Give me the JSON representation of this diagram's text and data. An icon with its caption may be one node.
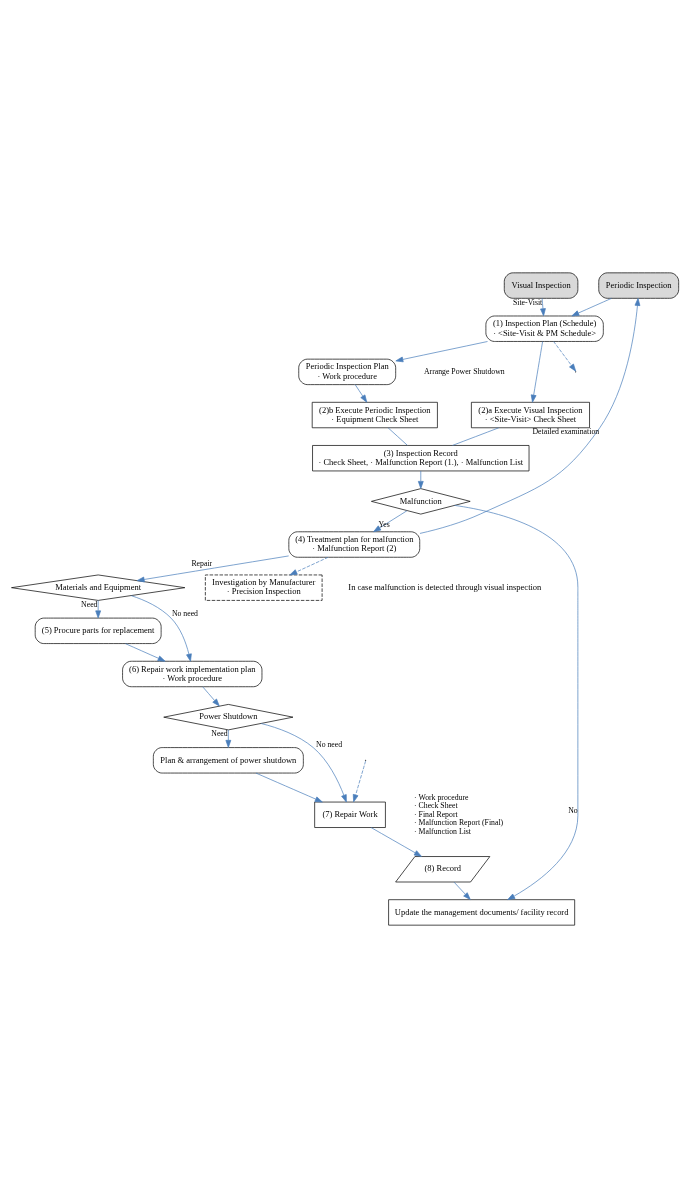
{
  "diagram": {
    "nodes": [
      {
        "text": [
          "Visual Inspection"
        ]
      },
      {
        "text": [
          "Periodic Inspection"
        ]
      },
      {
        "text": [
          "(1) Inspection Plan (Schedule)",
          "· <Site-Visit & PM Schedule>"
        ]
      },
      {
        "text": [
          "Periodic Inspection Plan",
          "· Work procedure"
        ],
        "beside": [
          "Arrange Power Shutdown"
        ]
      },
      {
        "text": [
          "(2)a Execute Visual Inspection",
          "· <Site-Visit> Check Sheet"
        ]
      },
      {
        "text": [
          "(2)b Execute Periodic Inspection",
          "· Equipment Check Sheet"
        ]
      },
      {
        "text": [
          "(3) Inspection Record",
          "· Check Sheet, · Malfunction Report (1.), · Malfunction List"
        ]
      },
      {
        "text": [
          "Malfunction"
        ]
      },
      {
        "text": [
          "(4) Treatment plan for malfunction",
          "· Malfunction Report (2)"
        ]
      },
      {
        "text": [
          "Materials and Equipment"
        ]
      },
      {
        "text": [
          "(5) Procure parts for replacement"
        ]
      },
      {
        "text": [
          "Investigation by Manufacturer",
          "· Precision Inspection"
        ]
      },
      {
        "text": [
          "(6) Repair work implementation plan",
          "· Work procedure"
        ]
      },
      {
        "text": [
          "Power Shutdown"
        ]
      },
      {
        "text": [
          "Plan & arrangement of power shutdown"
        ]
      },
      {
        "text": [
          "(7) Repair Work"
        ],
        "beside": [
          "· Work procedure",
          "· Check Sheet",
          "· Final Report",
          "· Malfunction Report (Final)",
          "· Malfunction List"
        ]
      },
      {
        "text": [
          "(8) Record"
        ]
      },
      {
        "text": [
          "Update the management documents/ facility record"
        ]
      }
    ],
    "edges": [
      {
        "from": 0,
        "to": 2,
        "arrow": "to",
        "label": "Site-Visit"
      },
      {
        "from": 1,
        "to": 2,
        "arrow": "to"
      },
      {
        "from": 2,
        "to": 4,
        "arrow": "to"
      },
      {
        "from": 2,
        "to": 3,
        "arrow": "to"
      },
      {
        "from": 3,
        "to": 5,
        "arrow": "to"
      },
      {
        "from": 4,
        "to": 6,
        "arrow": "none"
      },
      {
        "from": 5,
        "to": 6,
        "arrow": "none"
      },
      {
        "from": 6,
        "to": 7,
        "arrow": "to"
      },
      {
        "from": 7,
        "to": 17,
        "arrow": "to",
        "label": "No"
      },
      {
        "from": 7,
        "to": 8,
        "arrow": "to",
        "label": "Yes"
      },
      {
        "from": 8,
        "to": 1,
        "arrow": "to",
        "label": "Detailed examination"
      },
      {
        "from": 8,
        "to": 11,
        "arrow": "to",
        "style": "dashed"
      },
      {
        "from": 8,
        "to": 9,
        "arrow": "to",
        "label": "Repair"
      },
      {
        "from": 9,
        "to": 10,
        "arrow": "to",
        "label": "Need"
      },
      {
        "from": 9,
        "to": 12,
        "arrow": "to",
        "label": "No need"
      },
      {
        "from": 10,
        "to": 12,
        "arrow": "to"
      },
      {
        "from": 12,
        "to": 13,
        "arrow": "to"
      },
      {
        "from": 13,
        "to": 14,
        "arrow": "to",
        "label": "Need"
      },
      {
        "from": 13,
        "to": 15,
        "arrow": "to",
        "label": "No need"
      },
      {
        "from": 14,
        "to": 15,
        "arrow": "to"
      },
      {
        "from": 15,
        "to": 16,
        "arrow": "to"
      },
      {
        "from": 16,
        "to": 17,
        "arrow": "to"
      },
      {
        "from": 2,
        "to": null,
        "arrow": "to",
        "style": "dashed"
      },
      {
        "from": null,
        "to": 15,
        "arrow": "to",
        "style": "dashed"
      }
    ],
    "labels": [
      "In case malfunction is detected through visual inspection"
    ]
  }
}
